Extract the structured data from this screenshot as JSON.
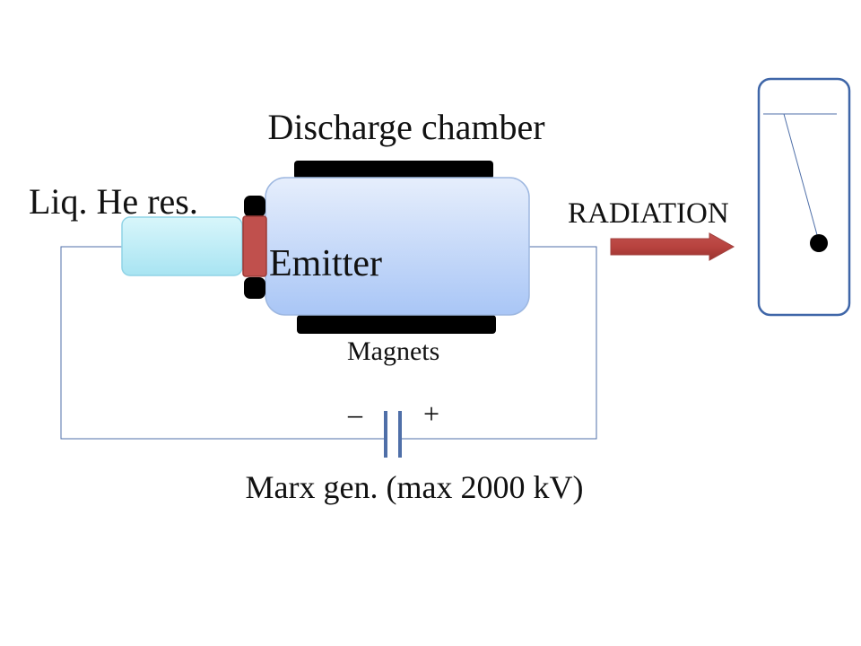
{
  "labels": {
    "discharge_chamber": "Discharge chamber",
    "reservoir": "Liq. He res.",
    "emitter": "Emitter",
    "radiation": "RADIATION",
    "magnets": "Magnets",
    "minus": "–",
    "plus": "+",
    "generator": "Marx gen. (max 2000 kV)"
  },
  "colors": {
    "chamber_top": "#e6eefc",
    "chamber_bottom": "#a9c6f6",
    "chamber_stroke": "#9db7e0",
    "reservoir_top": "#d8f6fb",
    "reservoir_bottom": "#a8e4f2",
    "emitter": "#c0504d",
    "arrow": "#c0504d",
    "wire": "#4f6fa8",
    "detector_frame": "#3f66a8",
    "magnet": "#000000"
  }
}
